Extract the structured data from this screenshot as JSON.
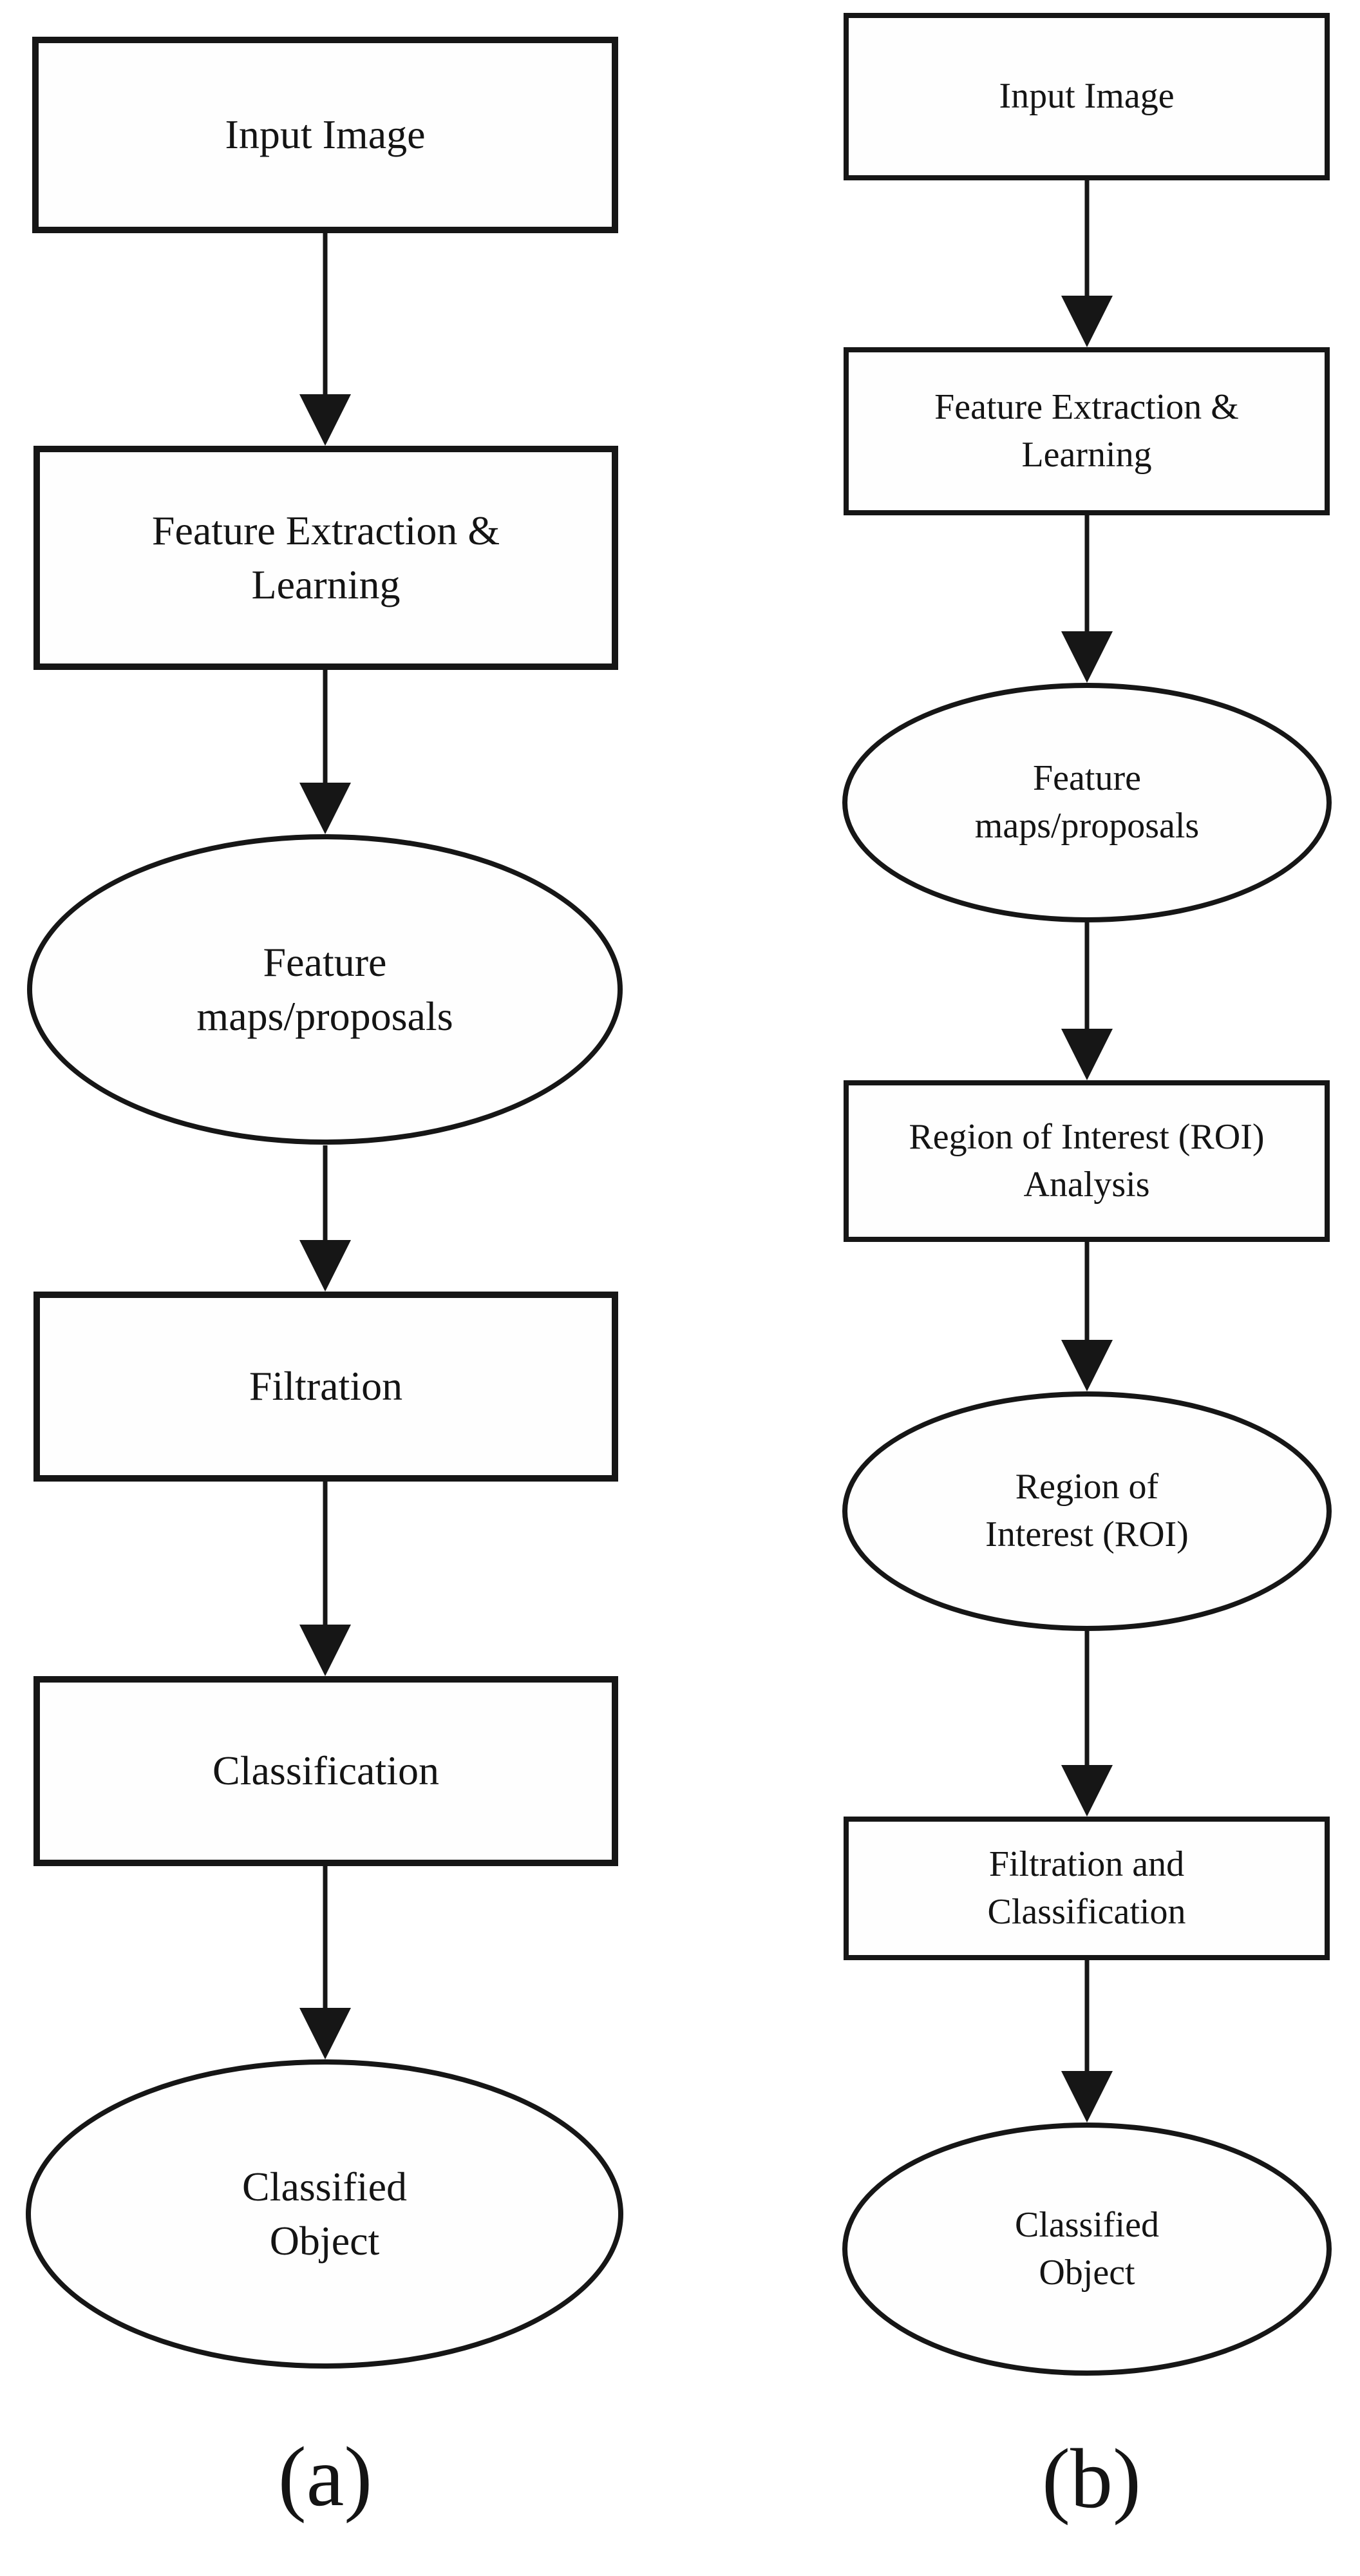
{
  "figure": {
    "background": "#ffffff",
    "ink_color": "#161616",
    "charts": [
      {
        "caption": "(a)",
        "nodes": [
          {
            "id": "a-input-image",
            "shape": "rect",
            "label": "Input Image"
          },
          {
            "id": "a-feature-extraction",
            "shape": "rect",
            "label": "Feature Extraction &\nLearning"
          },
          {
            "id": "a-feature-maps",
            "shape": "ellipse",
            "label": "Feature\nmaps/proposals"
          },
          {
            "id": "a-filtration",
            "shape": "rect",
            "label": "Filtration"
          },
          {
            "id": "a-classification",
            "shape": "rect",
            "label": "Classification"
          },
          {
            "id": "a-classified-object",
            "shape": "ellipse",
            "label": "Classified\nObject"
          }
        ]
      },
      {
        "caption": "(b)",
        "nodes": [
          {
            "id": "b-input-image",
            "shape": "rect",
            "label": "Input Image"
          },
          {
            "id": "b-feature-extraction",
            "shape": "rect",
            "label": "Feature Extraction &\nLearning"
          },
          {
            "id": "b-feature-maps",
            "shape": "ellipse",
            "label": "Feature\nmaps/proposals"
          },
          {
            "id": "b-roi-analysis",
            "shape": "rect",
            "label": "Region of Interest (ROI)\nAnalysis"
          },
          {
            "id": "b-roi",
            "shape": "ellipse",
            "label": "Region of\nInterest (ROI)"
          },
          {
            "id": "b-filtration-classification",
            "shape": "rect",
            "label": "Filtration and\nClassification"
          },
          {
            "id": "b-classified-object",
            "shape": "ellipse",
            "label": "Classified\nObject"
          }
        ]
      }
    ]
  }
}
